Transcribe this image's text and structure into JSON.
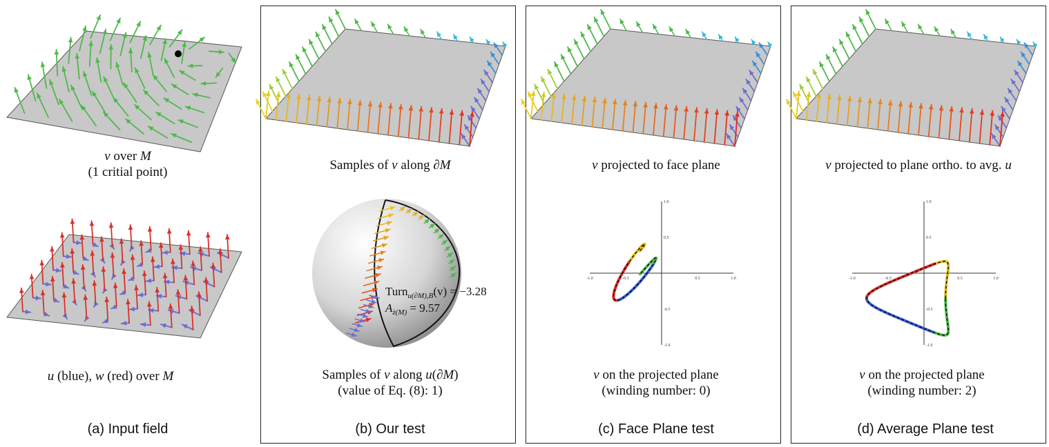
{
  "panels": [
    {
      "id": "a",
      "title": "(a) Input field",
      "top_caption": {
        "var": "v",
        "text": " over ",
        "set": "M",
        "line2": "(1 critial point)"
      },
      "bottom_caption": {
        "var1": "u",
        "t1": " (blue), ",
        "var2": "w",
        "t2": " (red) over ",
        "set": "M"
      }
    },
    {
      "id": "b",
      "title": "(b) Our test",
      "top_caption": {
        "t1": "Samples of ",
        "var": "v",
        "t2": " along ∂",
        "set": "M"
      },
      "sphere_label_1": "Turn",
      "sphere_label_1_sub": "u(∂M),B",
      "sphere_label_1_rest": "(v) = −3.28",
      "sphere_label_2": "A",
      "sphere_label_2_sub": "ż(M)",
      "sphere_label_2_rest": " = 9.57",
      "bottom_caption": {
        "t1": "Samples of ",
        "var": "v",
        "t2": " along ",
        "var2": "u",
        "t3": "(∂",
        "set": "M",
        "t4": ")",
        "line2": "(value of Eq. (8): 1)"
      }
    },
    {
      "id": "c",
      "title": "(c) Face Plane test",
      "top_caption": {
        "var": "v",
        "text": " projected to face plane"
      },
      "bottom_caption": {
        "var": "v",
        "text": " on the projected plane",
        "line2": "(winding number: 0)"
      },
      "ticks_x": [
        "-1.0",
        "-0.5",
        "0.5",
        "1.0"
      ],
      "ticks_y": [
        "1.0",
        "0.5",
        "-0.5",
        "-1.0"
      ]
    },
    {
      "id": "d",
      "title": "(d) Average Plane test",
      "top_caption": {
        "var": "v",
        "text": " projected to plane ortho. to avg. ",
        "var2": "u"
      },
      "bottom_caption": {
        "var": "v",
        "text": " on the projected plane",
        "line2": "(winding number: 2)"
      },
      "ticks_x": [
        "-1.0",
        "-0.5",
        "0.5",
        "1.0"
      ],
      "ticks_y": [
        "1.0",
        "0.5",
        "-0.5",
        "-1.0"
      ]
    }
  ],
  "colors": {
    "plane": "#c8c8c8",
    "green_arrow": "#4fb84a",
    "red_arrow": "#d9302a",
    "blue_arrow": "#6a6fd0",
    "border": "#222222"
  }
}
